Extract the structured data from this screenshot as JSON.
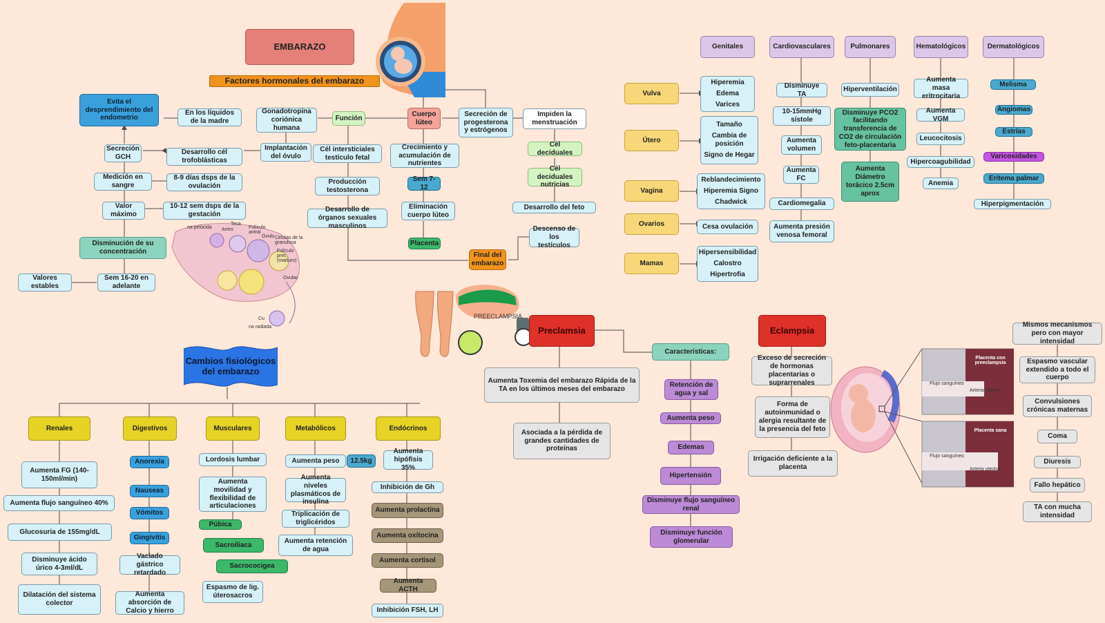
{
  "embarazo_title": "EMBARAZO",
  "factores_title": "Factores hormonales del embarazo",
  "cambios_title": "Cambios fisiológicos del embarazo",
  "hormonal": {
    "evita": "Evita el desprendimiento del endometrio",
    "liquidos": "En los líquidos de la madre",
    "secrecion_gch": "Secreción GCH",
    "desarrollo_cel": "Desarrollo cél trofoblásticas",
    "medicion": "Medición en sangre",
    "dias": "8-9 días dsps de la ovulación",
    "valor_max": "Valor máximo",
    "semanas_10_12": "10-12 sem dsps de la gestación",
    "disminucion": "Disminución de su concentración",
    "sem_16_20": "Sem 16-20 en adelante",
    "valores_estables": "Valores estables",
    "gonadotropina": "Gonadotropina coriónica humana",
    "implantacion": "Implantación del óvulo",
    "funcion": "Función",
    "cel_intersticiales": "Cél intersticiales testículo fetal",
    "produccion_testo": "Producción testosterona",
    "desarrollo_organos": "Desarrollo de órganos sexuales masculinos",
    "cuerpo_luteo": "Cuerpo lúteo",
    "crecimiento": "Crecimiento y acumulación de nutrientes",
    "sem_7_12": "Sem 7-12",
    "eliminacion": "Eliminación cuerpo lúteo",
    "placenta": "Placenta",
    "secrecion_prog": "Secreción de progesterona y estrógenos",
    "impiden": "Impiden la menstruación",
    "cel_deciduales": "Cél deciduales",
    "cel_deciduales_nutricias": "Cél deciduales nutricias",
    "desarrollo_feto": "Desarrollo del feto",
    "final_embarazo": "Final del embarazo",
    "descenso": "Descenso de los testículos"
  },
  "ovary_labels": [
    "na pelúcida",
    "Antro",
    "Teca",
    "Folículo antral",
    "Óvulo",
    "Células de la granulosa",
    "Folículo prec (maduro)",
    "Ovulac",
    "Cu",
    "na radiada"
  ],
  "organos": {
    "vulva": "Vulva",
    "vulva_items": [
      "Hiperemia",
      "Edema",
      "Varices"
    ],
    "utero": "Útero",
    "utero_items": [
      "Tamaño",
      "Cambia de posición",
      "Signo de Hegar"
    ],
    "vagina": "Vagina",
    "vagina_items": [
      "Reblandecimiento",
      "Hiperemia Signo",
      "Chadwick"
    ],
    "ovarios": "Ovarios",
    "ovarios_item": "Cesa ovulación",
    "mamas": "Mamas",
    "mamas_items": [
      "Hipersensibilidad",
      "Calostro",
      "Hipertrofia"
    ]
  },
  "sistemas": {
    "genitales": "Genitales",
    "cardio": "Cardiovasculares",
    "cardio_items": [
      "Disminuye TA",
      "10-15mmHg sístole",
      "Aumenta volumen",
      "Aumenta FC",
      "Cardiomegalia",
      "Aumenta presión venosa femoral"
    ],
    "pulmonares": "Pulmonares",
    "pulm_items": [
      "Hiperventilación",
      "Disminuye PCO2 facilitando transferencia de CO2 de circulación feto-placentaria",
      "Aumenta Diámetro torácico 2.5cm aprox"
    ],
    "hemato": "Hematológicos",
    "hemato_items": [
      "Aumenta masa eritrocitaria",
      "Aumenta VGM",
      "Leucocitosis",
      "Hipercoagubilidad",
      "Anemia"
    ],
    "dermato": "Dermatológicos",
    "dermato_items": [
      "Melisma",
      "Angiomas",
      "Estrías",
      "Varicosidades",
      "Eritema palmar",
      "Hiperpigmentación"
    ]
  },
  "cambios": {
    "renales": "Renales",
    "renales_items": [
      "Aumenta FG (140-150ml/min)",
      "Aumenta flujo sanguíneo 40%",
      "Glucosuria de 155mg/dL",
      "Disminuye ácido úrico 4-3ml/dL",
      "Dilatación del sistema colector"
    ],
    "digestivos": "Digestivos",
    "digestivos_items": [
      "Anorexia",
      "Nauseas",
      "Vómitos",
      "Gingivitis",
      "Vaciado gástrico retardado",
      "Aumenta absorción de Calcio y hierro"
    ],
    "musculares": "Musculares",
    "musculares_items": [
      "Lordosis lumbar",
      "Aumenta movilidad y flexibilidad de articulaciones",
      "Púbica",
      "Sacroiliaca",
      "Sacrococigea",
      "Espasmo de lig. úterosacros"
    ],
    "metabolicos": "Metabólicos",
    "metabolicos_items": [
      "Aumenta peso",
      "12.5kg",
      "Aumenta niveles plasmáticos de insulina",
      "Triplicación de triglicéridos",
      "Aumenta retención de agua"
    ],
    "endocrinos": "Endócrinos",
    "endocrinos_items": [
      "Aumenta hipófisis 35%",
      "Inhibición de Gh",
      "Aumenta prolactina",
      "Aumenta oxitocina",
      "Aumenta cortisol",
      "Aumenta ACTH",
      "Inhibición FSH, LH"
    ]
  },
  "preclamsia": {
    "title": "Preclamsia",
    "image_label": "PREECLAMPSIA",
    "desc1": "Aumenta Toxemia del embarazo Rápida de la TA en los últimos meses del embarazo",
    "desc2": "Asociada a la pérdida de grandes cantidades de proteínas",
    "caracteristicas": "Características:",
    "items": [
      "Retención de agua y sal",
      "Aumenta peso",
      "Edemas",
      "Hipertensión",
      "Disminuye flujo sanguíneo renal",
      "Disminuye función glomerular"
    ]
  },
  "eclampsia": {
    "title": "Eclampsia",
    "causes": [
      "Exceso de secreción de hormonas placentarias o suprarrenales",
      "Forma de autoinmunidad o alergia resultante de la presencia del feto",
      "Irrigación deficiente a la placenta"
    ],
    "sintomas": [
      "Mismos mecanismos pero con mayor intensidad",
      "Espasmo vascular extendido a todo el cuerpo",
      "Convulsiones crónicas maternas",
      "Coma",
      "Diuresis",
      "Fallo hepático",
      "TA con mucha intensidad"
    ],
    "placenta_pre": "Placenta con preeclampsia",
    "placenta_sana": "Placenta sana",
    "flujo": "Flujo sanguíneo",
    "arteria": "Arteria uterina"
  }
}
